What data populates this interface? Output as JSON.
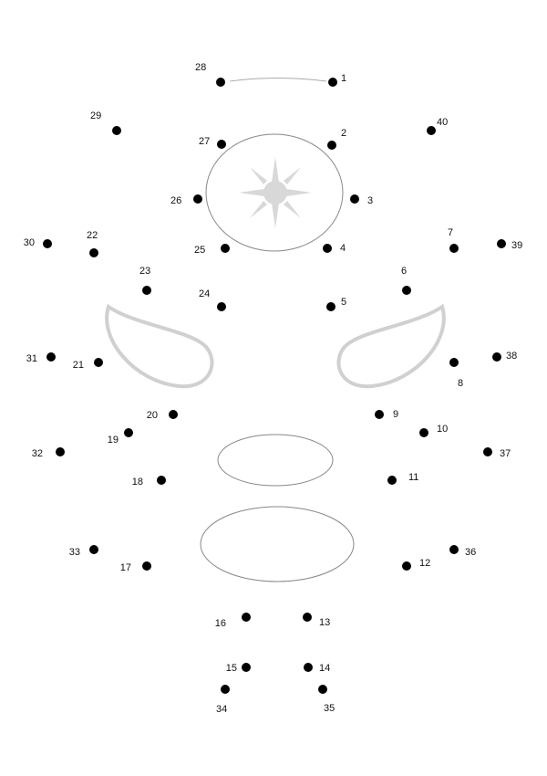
{
  "dots": [
    {
      "n": "1"
    },
    {
      "n": "2"
    },
    {
      "n": "3"
    },
    {
      "n": "4"
    },
    {
      "n": "5"
    },
    {
      "n": "6"
    },
    {
      "n": "7"
    },
    {
      "n": "8"
    },
    {
      "n": "9"
    },
    {
      "n": "10"
    },
    {
      "n": "11"
    },
    {
      "n": "12"
    },
    {
      "n": "13"
    },
    {
      "n": "14"
    },
    {
      "n": "15"
    },
    {
      "n": "16"
    },
    {
      "n": "17"
    },
    {
      "n": "18"
    },
    {
      "n": "19"
    },
    {
      "n": "20"
    },
    {
      "n": "21"
    },
    {
      "n": "22"
    },
    {
      "n": "23"
    },
    {
      "n": "24"
    },
    {
      "n": "25"
    },
    {
      "n": "26"
    },
    {
      "n": "27"
    },
    {
      "n": "28"
    },
    {
      "n": "29"
    },
    {
      "n": "30"
    },
    {
      "n": "31"
    },
    {
      "n": "32"
    },
    {
      "n": "33"
    },
    {
      "n": "34"
    },
    {
      "n": "35"
    },
    {
      "n": "36"
    },
    {
      "n": "37"
    },
    {
      "n": "38"
    },
    {
      "n": "39"
    },
    {
      "n": "40"
    }
  ],
  "colors": {
    "dot": "#000000",
    "label": "#111111",
    "outline": "#d0d0d0",
    "ellipse_stroke": "#888888",
    "sun": "#d8d8d8"
  }
}
